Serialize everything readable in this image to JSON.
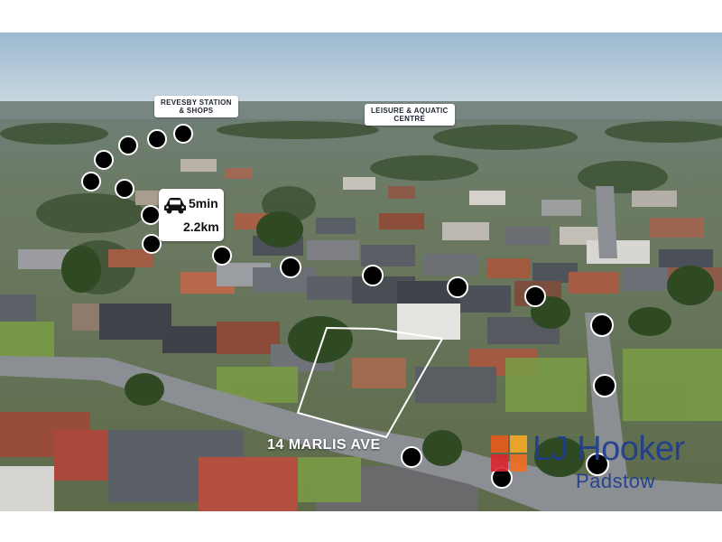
{
  "labels": {
    "station_line1": "REVESBY STATION",
    "station_line2": "& SHOPS",
    "aquatic_line1": "LEISURE & AQUATIC",
    "aquatic_line2": "CENTRE"
  },
  "drive": {
    "time": "5min",
    "distance": "2.2km",
    "icon": "car-icon"
  },
  "address": "14 MARLIS AVE",
  "brand": {
    "name": "LJ Hooker",
    "office": "Padstow",
    "logo_colors": [
      "#e85a1b",
      "#f7a823",
      "#d9262f",
      "#f26d21"
    ],
    "text_color": "#1f3e8c"
  },
  "colors": {
    "sky": "#a9c3d6",
    "lot_outline": "#ffffff",
    "marker_fill": "#000000"
  }
}
